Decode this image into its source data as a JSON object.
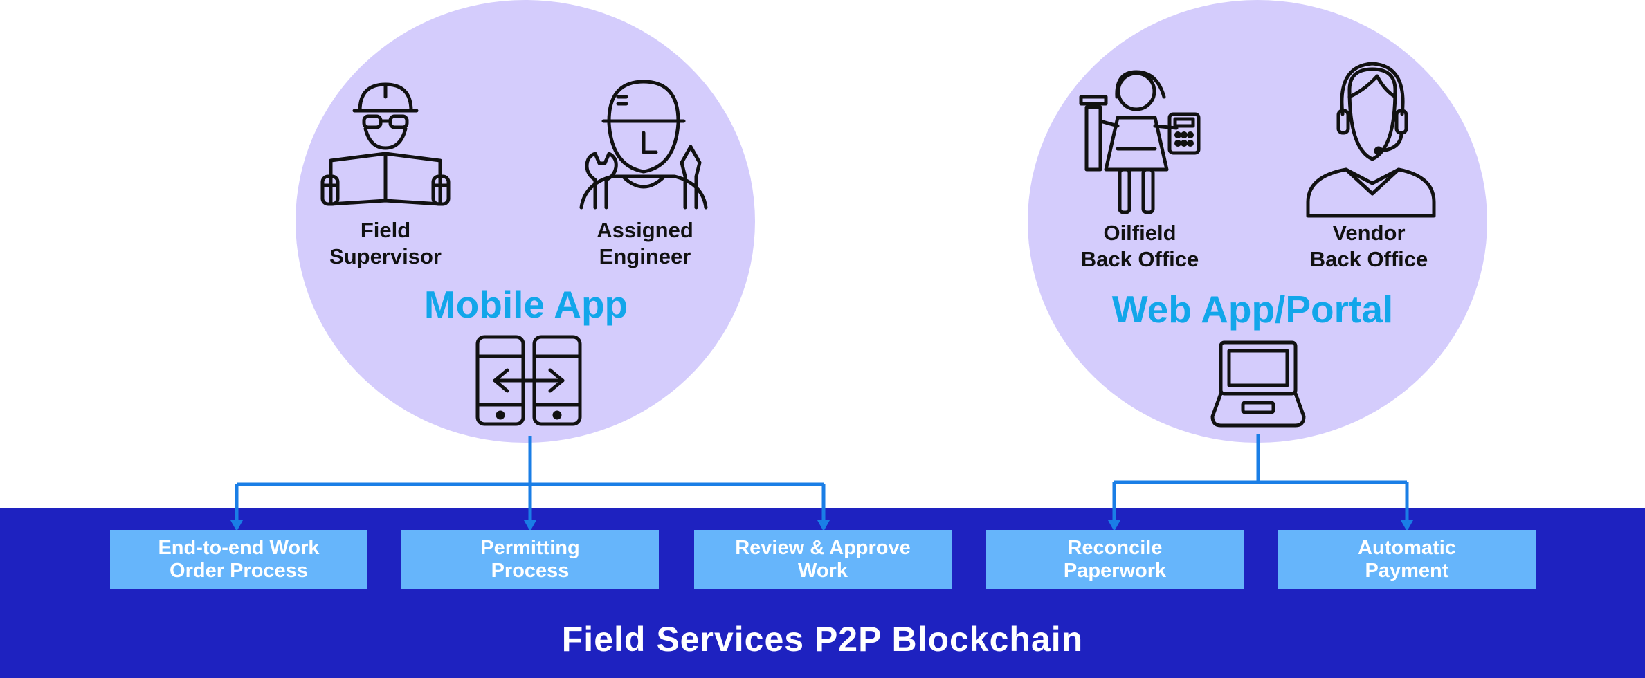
{
  "mobile": {
    "title": "Mobile App",
    "roles": [
      "Field\nSupervisor",
      "Assigned\nEngineer"
    ]
  },
  "web": {
    "title": "Web App/Portal",
    "roles": [
      "Oilfield\nBack Office",
      "Vendor\nBack Office"
    ]
  },
  "processes": [
    "End-to-end Work\nOrder Process",
    "Permitting\nProcess",
    "Review & Approve\nWork",
    "Reconcile\nPaperwork",
    "Automatic\nPayment"
  ],
  "blockchain_label": "Field Services P2P Blockchain",
  "colors": {
    "band": "#1e22c0",
    "circle": "#d4ccfc",
    "process_box": "#66b5fb",
    "title_text": "#12a6ea",
    "connector": "#1a7ee6"
  },
  "icons": [
    "supervisor-icon",
    "engineer-icon",
    "mobile-sync-icon",
    "back-office-woman-icon",
    "headset-agent-icon",
    "laptop-icon"
  ]
}
